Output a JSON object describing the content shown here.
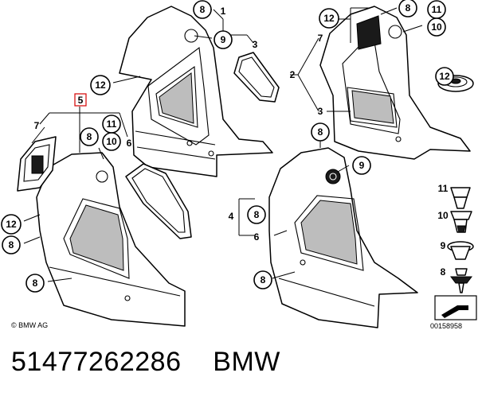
{
  "callouts": {
    "c1_label": "8",
    "c2_label": "9",
    "c3_label": "12",
    "c4_label": "12",
    "c5_label": "8",
    "c6_label": "11",
    "c7_label": "10",
    "c8_label": "11",
    "c9_label": "10",
    "c10_label": "8",
    "c11_label": "12",
    "c12_label": "8",
    "c13_label": "8",
    "c14_label": "9",
    "c15_label": "8",
    "c16_label": "8",
    "c17_label": "12"
  },
  "labels": {
    "l1": "1",
    "l3a": "3",
    "l2": "2",
    "l7a": "7",
    "l3b": "3",
    "l5": "5",
    "l7b": "7",
    "l6a": "6",
    "l4": "4",
    "l6b": "6"
  },
  "legend": {
    "l11": "11",
    "l10": "10",
    "l9": "9",
    "l8": "8",
    "l12": "12"
  },
  "footer": {
    "copyright": "© BMW AG",
    "diagram_number": "00158958"
  },
  "caption": "51477262286    BMW"
}
